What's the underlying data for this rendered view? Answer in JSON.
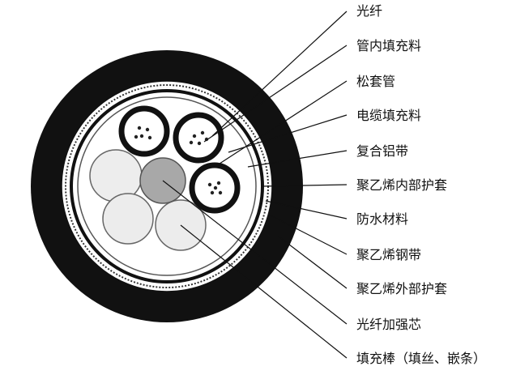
{
  "labels": [
    "光纤",
    "管内填充料",
    "松套管",
    "电缆填充料",
    "复合铝带",
    "聚乙烯内部护套",
    "防水材料",
    "聚乙烯钢带",
    "聚乙烯外部护套",
    "光纤加强芯",
    "填充棒（填丝、嵌条）"
  ],
  "colors": {
    "outer_sheath": "#111111",
    "fill": "#ffffff",
    "filler_rod": "#e8e8e8",
    "strength_core": "#a8a8a8",
    "line": "#111111"
  }
}
